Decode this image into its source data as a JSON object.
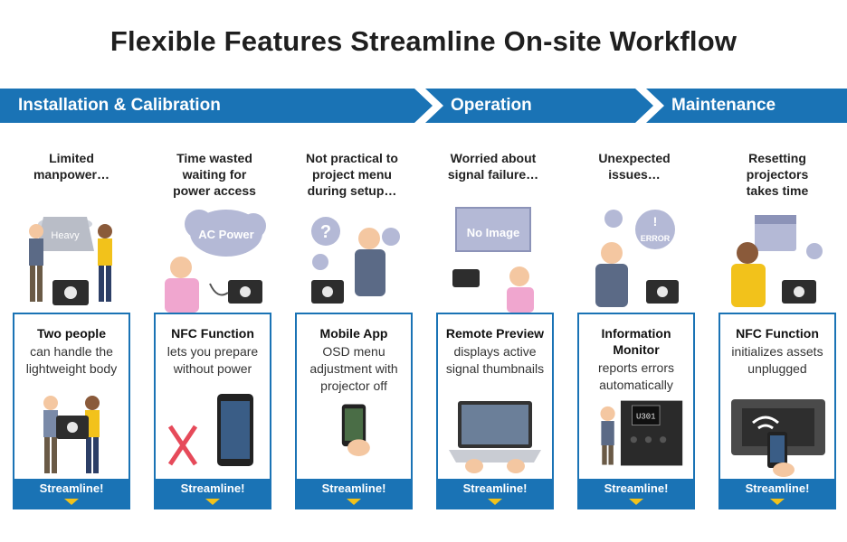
{
  "title": "Flexible Features Streamline On-site Workflow",
  "phases": [
    {
      "label": "Installation & Calibration"
    },
    {
      "label": "Operation"
    },
    {
      "label": "Maintenance"
    }
  ],
  "columns": [
    {
      "problem": [
        "Limited",
        "manpower…"
      ],
      "illustration_text": "Heavy",
      "card_head": [
        "Two people"
      ],
      "card_body": [
        "can handle the",
        "lightweight body"
      ],
      "footer": "Streamline!"
    },
    {
      "problem": [
        "Time wasted",
        "waiting for",
        "power access"
      ],
      "illustration_text": "AC Power",
      "card_head": [
        "NFC Function"
      ],
      "card_body": [
        "lets you prepare",
        "without power"
      ],
      "footer": "Streamline!"
    },
    {
      "problem": [
        "Not practical to",
        "project menu",
        "during setup…"
      ],
      "illustration_text": "?",
      "card_head": [
        "Mobile App"
      ],
      "card_body": [
        "OSD menu",
        "adjustment with",
        "projector off"
      ],
      "footer": "Streamline!"
    },
    {
      "problem": [
        "Worried about",
        "signal failure…"
      ],
      "illustration_text": "No Image",
      "card_head": [
        "Remote Preview"
      ],
      "card_body": [
        "displays active",
        "signal thumbnails"
      ],
      "footer": "Streamline!"
    },
    {
      "problem": [
        "Unexpected",
        "issues…"
      ],
      "illustration_text": "ERROR",
      "card_head": [
        "Information",
        "Monitor"
      ],
      "card_body": [
        "reports errors",
        "automatically"
      ],
      "card_img_text": "U301",
      "footer": "Streamline!"
    },
    {
      "problem": [
        "Resetting",
        "projectors",
        "takes time"
      ],
      "card_head": [
        "NFC Function"
      ],
      "card_body": [
        "initializes assets",
        "unplugged"
      ],
      "footer": "Streamline!"
    }
  ],
  "colors": {
    "accent": "#1a73b5",
    "arrow": "#f2c21b"
  }
}
